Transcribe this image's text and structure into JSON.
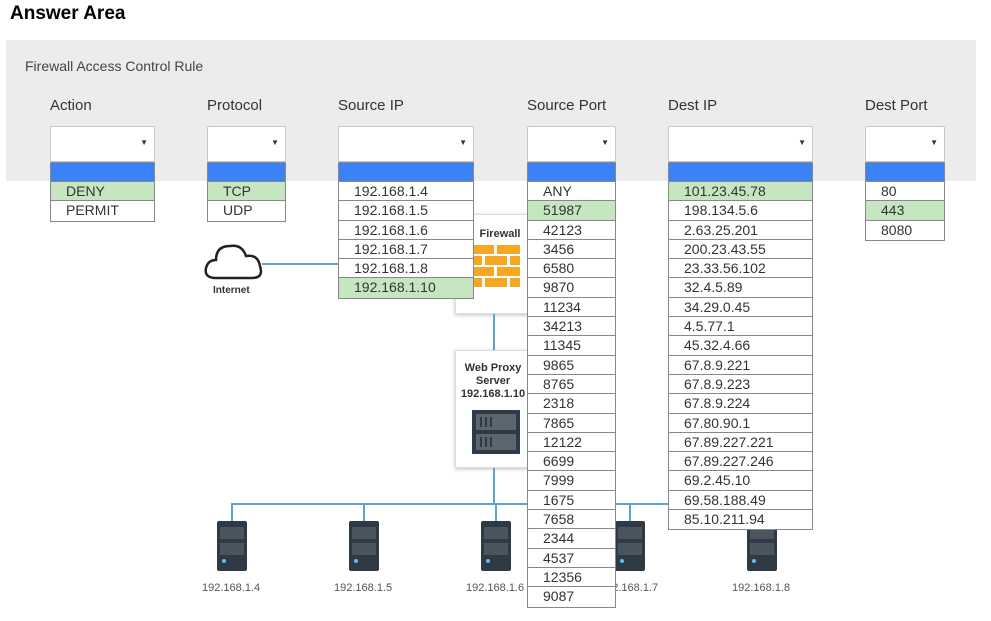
{
  "page": {
    "title": "Answer Area"
  },
  "rule": {
    "title": "Firewall Access Control Rule",
    "columns": {
      "action": {
        "header": "Action",
        "options": [
          "DENY",
          "PERMIT"
        ],
        "selected": "DENY"
      },
      "protocol": {
        "header": "Protocol",
        "options": [
          "TCP",
          "UDP"
        ],
        "selected": "TCP"
      },
      "source_ip": {
        "header": "Source IP",
        "options": [
          "192.168.1.4",
          "192.168.1.5",
          "192.168.1.6",
          "192.168.1.7",
          "192.168.1.8",
          "192.168.1.10"
        ],
        "selected": "192.168.1.10"
      },
      "source_port": {
        "header": "Source Port",
        "options": [
          "ANY",
          "51987",
          "42123",
          "3456",
          "6580",
          "9870",
          "11234",
          "34213",
          "11345",
          "9865",
          "8765",
          "2318",
          "7865",
          "12122",
          "6699",
          "7999",
          "1675",
          "7658",
          "2344",
          "4537",
          "12356",
          "9087"
        ],
        "selected": "51987"
      },
      "dest_ip": {
        "header": "Dest IP",
        "options": [
          "101.23.45.78",
          "198.134.5.6",
          "2.63.25.201",
          "200.23.43.55",
          "23.33.56.102",
          "32.4.5.89",
          "34.29.0.45",
          "4.5.77.1",
          "45.32.4.66",
          "67.8.9.221",
          "67.8.9.223",
          "67.8.9.224",
          "67.80.90.1",
          "67.89.227.221",
          "67.89.227.246",
          "69.2.45.10",
          "69.58.188.49",
          "85.10.211.94"
        ],
        "selected": "101.23.45.78"
      },
      "dest_port": {
        "header": "Dest Port",
        "options": [
          "80",
          "443",
          "8080"
        ],
        "selected": "443"
      }
    }
  },
  "diagram": {
    "internet_label": "Internet",
    "firewall_label": "Firewall",
    "proxy_label": "Web Proxy Server 192.168.1.10",
    "servers": [
      "192.168.1.4",
      "192.168.1.5",
      "192.168.1.6",
      "192.168.1.7",
      "192.168.1.8"
    ],
    "colors": {
      "selected": "#c5e6c1",
      "dropdown_highlight": "#3b82f6",
      "link": "#5aa4cf",
      "firewall": "#f5a623"
    }
  }
}
